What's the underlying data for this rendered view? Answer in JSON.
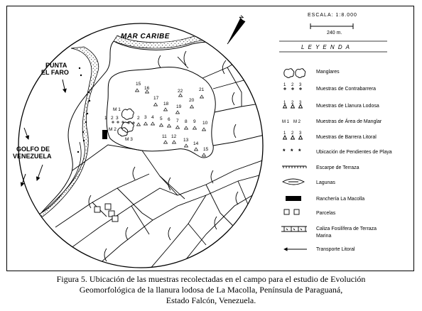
{
  "map": {
    "sea_label": "MAR CARIBE",
    "gulf_label_1": "GOLFO DE",
    "gulf_label_2": "VENEZUELA",
    "point_label_1": "PUNTA",
    "point_label_2": "EL FARO",
    "north_label": "N",
    "scale_title": "ESCALA: 1:8.000",
    "scale_bar_label": "240 m.",
    "mangrove_labels": [
      "M 1",
      "M 2",
      "M 3"
    ],
    "sample_numbers": [
      "1",
      "2",
      "3",
      "4",
      "5",
      "6",
      "7",
      "8",
      "9",
      "10",
      "11",
      "12",
      "13",
      "14",
      "15",
      "16",
      "17",
      "18",
      "19",
      "20",
      "21",
      "22"
    ]
  },
  "legend": {
    "title": "L E Y E N D A",
    "items": [
      {
        "label": "Manglares",
        "glyphs": ""
      },
      {
        "label": "Muestras de Contrabarrera",
        "glyphs": "1 2 3"
      },
      {
        "label": "Muestras de Llanura Lodosa",
        "glyphs": "1 2 3"
      },
      {
        "label": "Muestras de Área de Manglar",
        "glyphs": "M1 M2"
      },
      {
        "label": "Muestras de Barrera Litoral",
        "glyphs": "1 2 3"
      },
      {
        "label": "Ubicación de Pendientes de Playa",
        "glyphs": ""
      },
      {
        "label": "Escarpe de Terraza",
        "glyphs": ""
      },
      {
        "label": "Lagunas",
        "glyphs": ""
      },
      {
        "label": "Ranchería La Macolla",
        "glyphs": ""
      },
      {
        "label": "Parcelas",
        "glyphs": ""
      },
      {
        "label": "Caliza Fosilífera de Terraza",
        "glyphs": ""
      },
      {
        "label": "Marina",
        "glyphs": ""
      },
      {
        "label": "Transporte Litoral",
        "glyphs": ""
      }
    ]
  },
  "caption": {
    "line1": "Figura 5. Ubicación de las muestras recolectadas en el campo para el estudio de Evolución",
    "line2": "Geomorfológica de la llanura lodosa de La Macolla, Península de Paraguaná,",
    "line3": "Estado Falcón, Venezuela."
  }
}
